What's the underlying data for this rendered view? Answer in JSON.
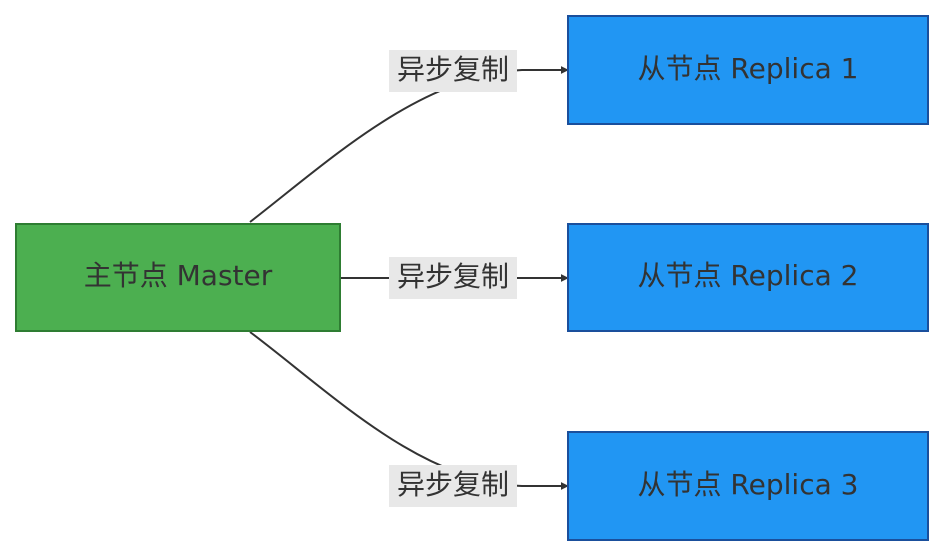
{
  "nodes": {
    "master": {
      "label": "主节点 Master",
      "fill": "#4caf50",
      "stroke": "#2e7d32"
    },
    "replica1": {
      "label": "从节点 Replica 1",
      "fill": "#2196f3",
      "stroke": "#1a4f9c"
    },
    "replica2": {
      "label": "从节点 Replica 2",
      "fill": "#2196f3",
      "stroke": "#1a4f9c"
    },
    "replica3": {
      "label": "从节点 Replica 3",
      "fill": "#2196f3",
      "stroke": "#1a4f9c"
    }
  },
  "edges": [
    {
      "from": "master",
      "to": "replica1",
      "label": "异步复制"
    },
    {
      "from": "master",
      "to": "replica2",
      "label": "异步复制"
    },
    {
      "from": "master",
      "to": "replica3",
      "label": "异步复制"
    }
  ],
  "colors": {
    "edge": "#333333",
    "label_bg": "#e8e8e8",
    "text": "#333333"
  }
}
